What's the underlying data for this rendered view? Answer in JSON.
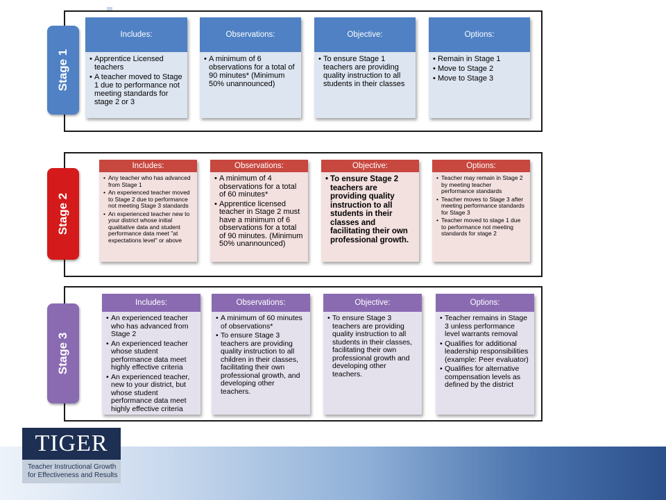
{
  "stage1": {
    "tab": "Stage 1",
    "columns": [
      {
        "header": "Includes:",
        "items": [
          "Apprentice Licensed teachers",
          "A teacher moved to Stage 1 due to performance  not meeting standards for stage 2 or 3"
        ]
      },
      {
        "header": "Observations:",
        "items": [
          "A minimum of  6 observations for a total of 90 minutes* (Minimum 50% unannounced)"
        ]
      },
      {
        "header": "Objective:",
        "items": [
          "To ensure Stage 1 teachers are providing quality instruction to all students in their classes"
        ]
      },
      {
        "header": "Options:",
        "items": [
          "Remain in Stage 1",
          "Move to Stage 2",
          "Move to Stage 3"
        ]
      }
    ]
  },
  "stage2": {
    "tab": "Stage 2",
    "columns": [
      {
        "header": "Includes:",
        "items": [
          "Any teacher who has advanced from Stage 1",
          "An experienced teacher moved to Stage 2 due to performance not meeting Stage 3 standards",
          "An experienced teacher new to your district whose initial qualitative data and student performance data meet \"at expectations level\" or above"
        ]
      },
      {
        "header": "Observations:",
        "items": [
          "A minimum of 4 observations for a total of 60 minutes*",
          "Apprentice licensed teacher in Stage 2 must have  a minimum of 6 observations for a total of 90 minutes. (Minimum 50% unannounced)"
        ]
      },
      {
        "header": "Objective:",
        "items": [
          "To ensure Stage 2 teachers are providing quality instruction to all students in their classes and facilitating their own professional growth."
        ]
      },
      {
        "header": "Options:",
        "items": [
          "Teacher may remain in Stage 2 by meeting teacher performance standards",
          "Teacher moves to Stage 3 after meeting performance standards for Stage 3",
          "Teacher moved to stage 1 due to performance  not meeting standards for stage 2"
        ]
      }
    ]
  },
  "stage3": {
    "tab": "Stage 3",
    "columns": [
      {
        "header": "Includes:",
        "items": [
          "An experienced teacher who has advanced from Stage 2",
          "An experienced teacher whose student performance data meet highly effective criteria",
          "An experienced teacher, new to your district, but whose student performance data meet highly effective criteria"
        ]
      },
      {
        "header": "Observations:",
        "items": [
          "A minimum of 60 minutes of observations*",
          "To ensure Stage 3 teachers are providing quality instruction to all children in their classes, facilitating their own professional growth, and developing other teachers."
        ]
      },
      {
        "header": "Objective:",
        "items": [
          "To ensure Stage 3 teachers are providing quality instruction to all students in their classes, facilitating their own professional growth and developing other teachers."
        ]
      },
      {
        "header": "Options:",
        "items": [
          "Teacher remains in Stage 3 unless performance level warrants removal",
          "Qualifies for additional leadership responsibilities (example: Peer evaluator)",
          "Qualifies for alternative compensation levels as defined by the district"
        ]
      }
    ]
  },
  "logo": {
    "name": "TIGER",
    "line1": "Teacher Instructional Growth",
    "line2": "for Effectiveness and Results"
  },
  "colors": {
    "stage1": "#4f81c4",
    "stage2": "#c8473f",
    "stage3": "#8a6bb2"
  }
}
